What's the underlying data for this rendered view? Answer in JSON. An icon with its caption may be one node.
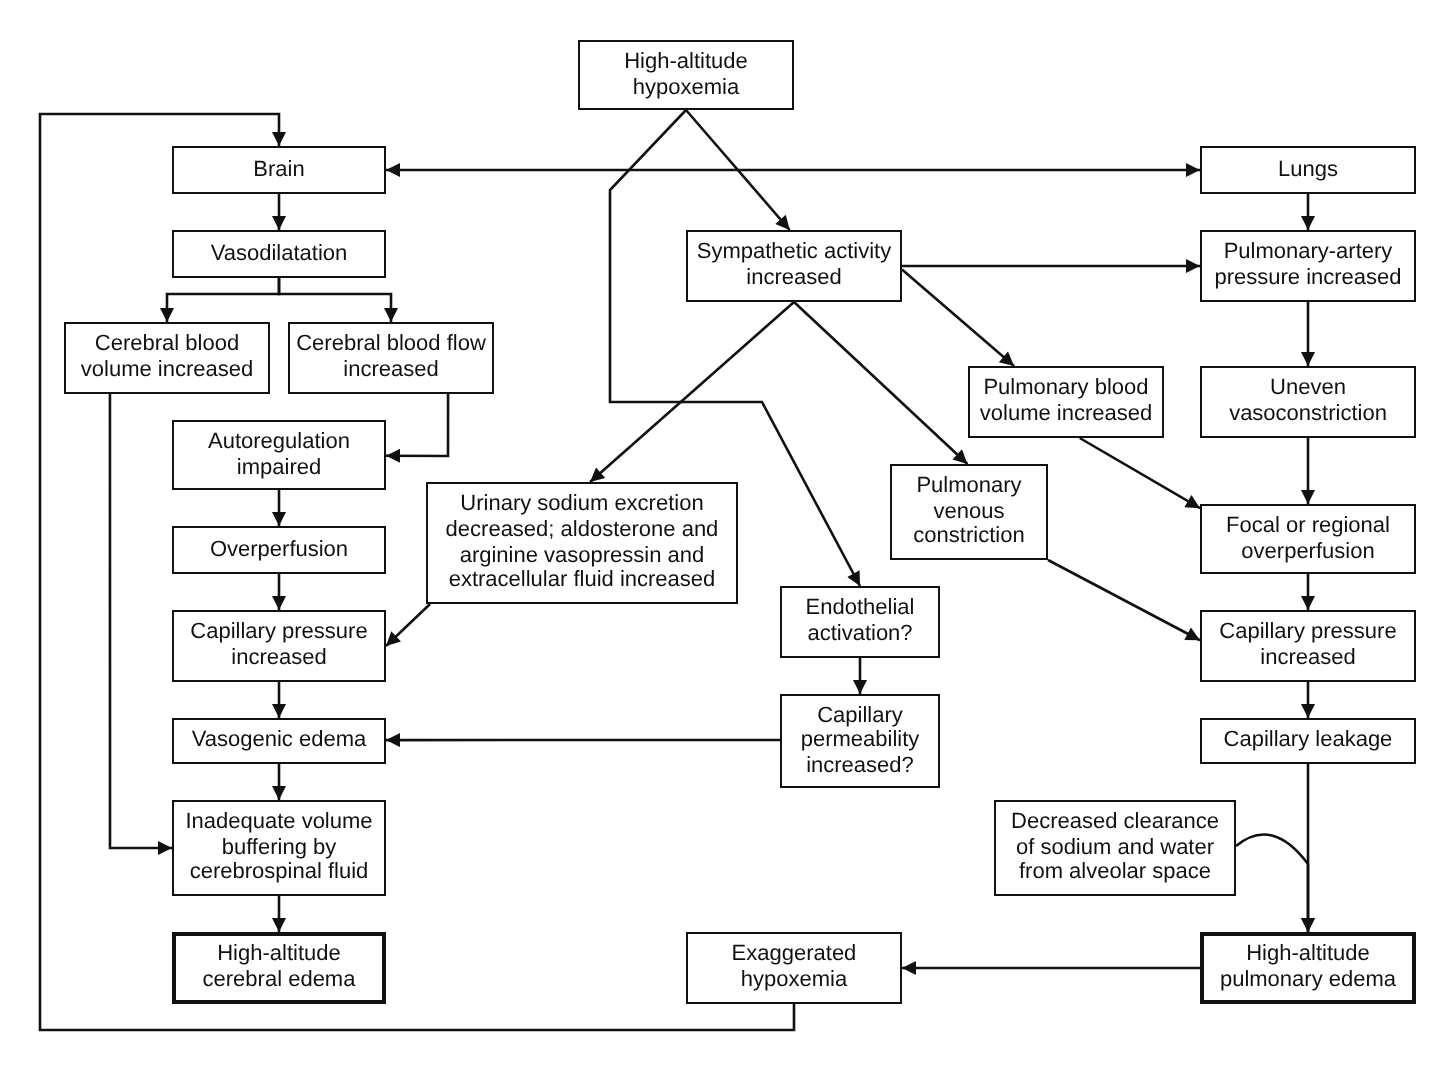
{
  "diagram": {
    "nodes": [
      {
        "text": [
          "High-altitude hypoxemia"
        ]
      },
      {
        "text": [
          "Brain"
        ]
      },
      {
        "text": [
          "Lungs"
        ]
      },
      {
        "text": [
          "Vasodilatation"
        ]
      },
      {
        "text": [
          "Sympathetic activity increased"
        ]
      },
      {
        "text": [
          "Pulmonary-artery pressure increased"
        ]
      },
      {
        "text": [
          "Cerebral blood volume increased"
        ]
      },
      {
        "text": [
          "Cerebral blood flow increased"
        ]
      },
      {
        "text": [
          "Pulmonary blood volume increased"
        ]
      },
      {
        "text": [
          "Uneven vasoconstriction"
        ]
      },
      {
        "text": [
          "Autoregulation impaired"
        ]
      },
      {
        "text": [
          "Urinary sodium excretion decreased; aldosterone and arginine vasopressin and extracellular fluid increased"
        ]
      },
      {
        "text": [
          "Pulmonary venous constriction"
        ]
      },
      {
        "text": [
          "Overperfusion"
        ]
      },
      {
        "text": [
          "Focal or regional overperfusion"
        ]
      },
      {
        "text": [
          "Endothelial activation?"
        ]
      },
      {
        "text": [
          "Capillary pressure increased"
        ]
      },
      {
        "text": [
          "Capillary pressure increased"
        ]
      },
      {
        "text": [
          "Capillary permeability increased?"
        ]
      },
      {
        "text": [
          "Vasogenic edema"
        ]
      },
      {
        "text": [
          "Capillary leakage"
        ]
      },
      {
        "text": [
          "Decreased clearance of sodium and water from alveolar space"
        ]
      },
      {
        "text": [
          "Inadequate volume buffering by cerebrospinal fluid"
        ]
      },
      {
        "text": [
          "High-altitude cerebral edema"
        ]
      },
      {
        "text": [
          "Exaggerated hypoxemia"
        ]
      },
      {
        "text": [
          "High-altitude pulmonary edema"
        ]
      }
    ],
    "edges": [
      {
        "from": 0,
        "to": 4,
        "arrow": "to"
      },
      {
        "from": 0,
        "to": 15,
        "arrow": "to"
      },
      {
        "from": 1,
        "to": 2,
        "arrow": "both"
      },
      {
        "from": 1,
        "to": 3,
        "arrow": "to"
      },
      {
        "from": 3,
        "to": 6,
        "arrow": "to"
      },
      {
        "from": 3,
        "to": 7,
        "arrow": "to"
      },
      {
        "from": 7,
        "to": 10,
        "arrow": "to"
      },
      {
        "from": 10,
        "to": 13,
        "arrow": "to"
      },
      {
        "from": 13,
        "to": 16,
        "arrow": "to"
      },
      {
        "from": 16,
        "to": 19,
        "arrow": "to"
      },
      {
        "from": 19,
        "to": 22,
        "arrow": "to"
      },
      {
        "from": 22,
        "to": 23,
        "arrow": "to"
      },
      {
        "from": 6,
        "to": 22,
        "arrow": "to"
      },
      {
        "from": 24,
        "to": 1,
        "arrow": "to"
      },
      {
        "from": 4,
        "to": 5,
        "arrow": "to"
      },
      {
        "from": 4,
        "to": 11,
        "arrow": "to"
      },
      {
        "from": 4,
        "to": 8,
        "arrow": "to"
      },
      {
        "from": 4,
        "to": 12,
        "arrow": "to"
      },
      {
        "from": 11,
        "to": 16,
        "arrow": "to"
      },
      {
        "from": 2,
        "to": 5,
        "arrow": "to"
      },
      {
        "from": 5,
        "to": 9,
        "arrow": "to"
      },
      {
        "from": 9,
        "to": 14,
        "arrow": "to"
      },
      {
        "from": 8,
        "to": 14,
        "arrow": "to"
      },
      {
        "from": 12,
        "to": 17,
        "arrow": "to"
      },
      {
        "from": 14,
        "to": 17,
        "arrow": "to"
      },
      {
        "from": 15,
        "to": 18,
        "arrow": "to"
      },
      {
        "from": 18,
        "to": 19,
        "arrow": "to"
      },
      {
        "from": 17,
        "to": 20,
        "arrow": "to"
      },
      {
        "from": 20,
        "to": 25,
        "arrow": "to"
      },
      {
        "from": 25,
        "to": 24,
        "arrow": "to"
      },
      {
        "from": 21,
        "to": 25,
        "arrow": "to"
      }
    ]
  }
}
